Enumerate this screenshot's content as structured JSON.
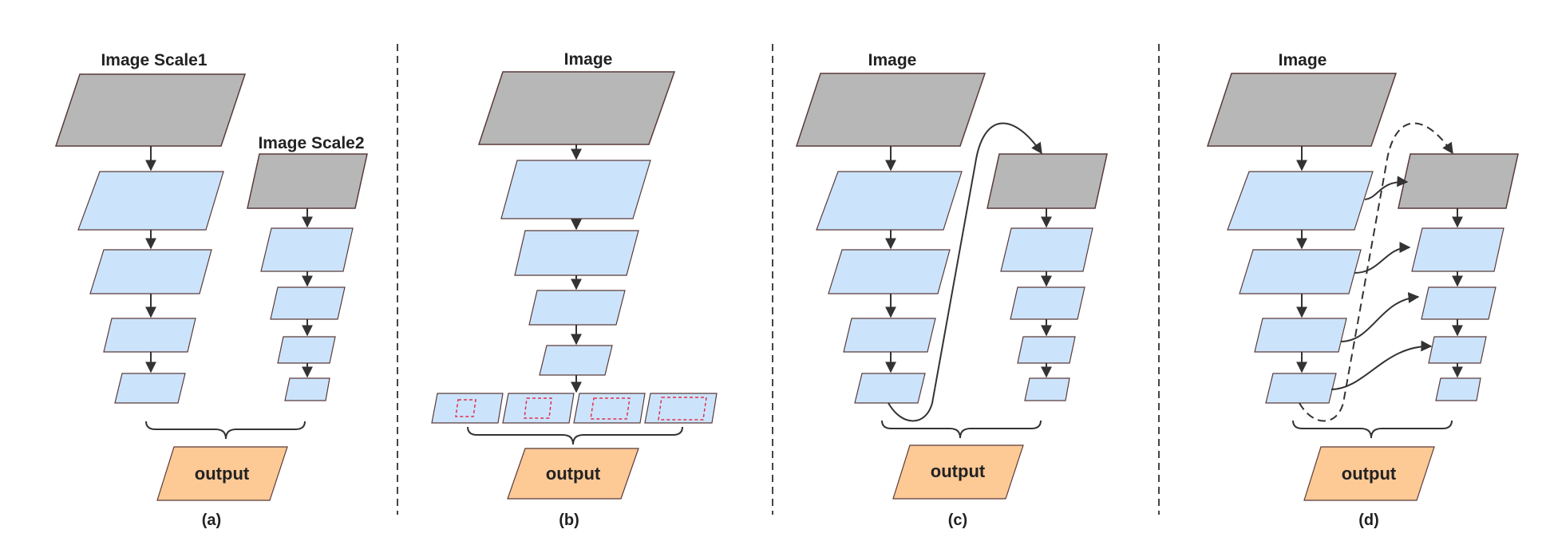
{
  "panels": [
    {
      "caption": "(a)",
      "labels": [
        "Image Scale1",
        "Image Scale2"
      ],
      "output": "output"
    },
    {
      "caption": "(b)",
      "labels": [
        "Image"
      ],
      "output": "output"
    },
    {
      "caption": "(c)",
      "labels": [
        "Image"
      ],
      "output": "output"
    },
    {
      "caption": "(d)",
      "labels": [
        "Image"
      ],
      "output": "output"
    }
  ],
  "colors": {
    "image": "#b7b7b7",
    "feature": "#cce4fb",
    "output": "#fdc995",
    "border": "#5a3a3a",
    "region": "#e03050",
    "line": "#333333"
  }
}
